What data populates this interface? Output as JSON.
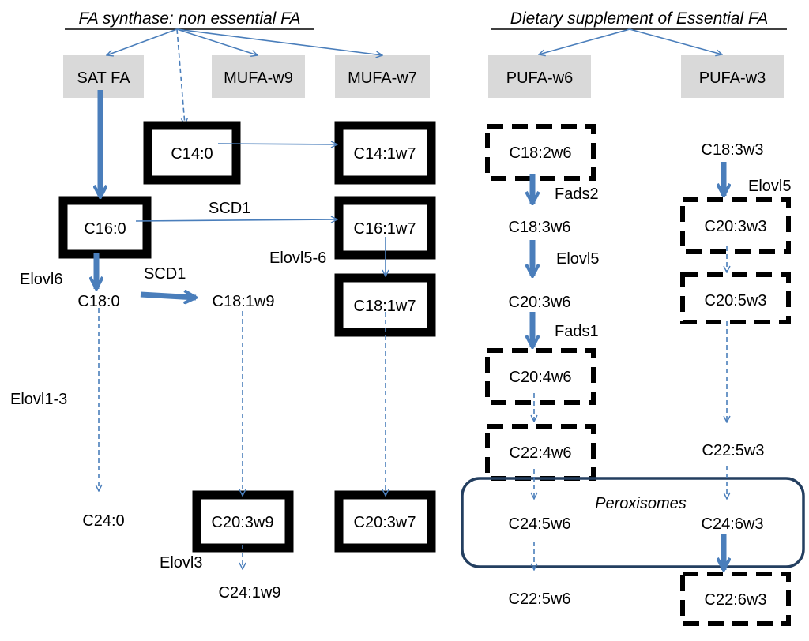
{
  "headers": {
    "left": "FA synthase: non essential FA",
    "right": "Dietary supplement of Essential FA"
  },
  "categories": {
    "sat": "SAT FA",
    "mufa_w9": "MUFA-w9",
    "mufa_w7": "MUFA-w7",
    "pufa_w6": "PUFA-w6",
    "pufa_w3": "PUFA-w3"
  },
  "fatty_acids": {
    "c14_0": "C14:0",
    "c16_0": "C16:0",
    "c18_0": "C18:0",
    "c24_0": "C24:0",
    "c18_1w9": "C18:1w9",
    "c20_3w9": "C20:3w9",
    "c24_1w9": "C24:1w9",
    "c14_1w7": "C14:1w7",
    "c16_1w7": "C16:1w7",
    "c18_1w7": "C18:1w7",
    "c20_3w7": "C20:3w7",
    "c18_2w6": "C18:2w6",
    "c18_3w6": "C18:3w6",
    "c20_3w6": "C20:3w6",
    "c20_4w6": "C20:4w6",
    "c22_4w6": "C22:4w6",
    "c24_5w6": "C24:5w6",
    "c22_5w6": "C22:5w6",
    "c18_3w3": "C18:3w3",
    "c20_3w3": "C20:3w3",
    "c20_5w3": "C20:5w3",
    "c22_5w3": "C22:5w3",
    "c24_6w3": "C24:6w3",
    "c22_6w3": "C22:6w3"
  },
  "enzymes": {
    "scd1_top": "SCD1",
    "scd1_mid": "SCD1",
    "elovl6": "Elovl6",
    "elovl1_3": "Elovl1-3",
    "elovl5_6": "Elovl5-6",
    "elovl3": "Elovl3",
    "fads2": "Fads2",
    "elovl5_w6": "Elovl5",
    "fads1": "Fads1",
    "elovl5_w3": "Elovl5"
  },
  "peroxisomes": "Peroxisomes",
  "colors": {
    "arrow_blue": "#4a7ebb",
    "category_fill": "#d9d9d9",
    "peroxisome_border": "#243f60",
    "box_border": "#000000"
  }
}
